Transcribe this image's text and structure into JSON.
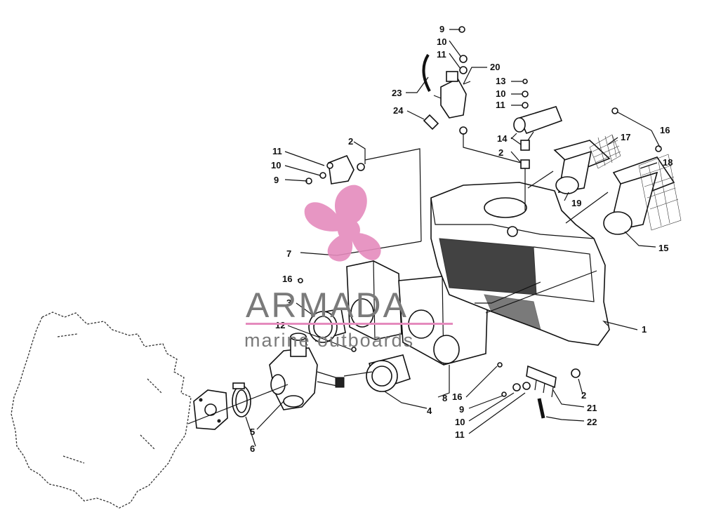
{
  "watermark": {
    "brand": "ARMADA",
    "tagline": "marine outboards",
    "logo_icon": "propeller-logo-icon",
    "logo_color": "#e58bbd",
    "text_color": "#7a7a7a"
  },
  "callouts": [
    {
      "id": "c-9-top",
      "text": "9"
    },
    {
      "id": "c-10-top",
      "text": "10"
    },
    {
      "id": "c-11-top",
      "text": "11"
    },
    {
      "id": "c-20",
      "text": "20"
    },
    {
      "id": "c-23",
      "text": "23"
    },
    {
      "id": "c-24",
      "text": "24"
    },
    {
      "id": "c-13",
      "text": "13"
    },
    {
      "id": "c-10-mid",
      "text": "10"
    },
    {
      "id": "c-11-mid",
      "text": "11"
    },
    {
      "id": "c-14",
      "text": "14"
    },
    {
      "id": "c-2-mid",
      "text": "2"
    },
    {
      "id": "c-16-top",
      "text": "16"
    },
    {
      "id": "c-17",
      "text": "17"
    },
    {
      "id": "c-18",
      "text": "18"
    },
    {
      "id": "c-19",
      "text": "19"
    },
    {
      "id": "c-15",
      "text": "15"
    },
    {
      "id": "c-2-left",
      "text": "2"
    },
    {
      "id": "c-11-left",
      "text": "11"
    },
    {
      "id": "c-10-left",
      "text": "10"
    },
    {
      "id": "c-9-left",
      "text": "9"
    },
    {
      "id": "c-7",
      "text": "7"
    },
    {
      "id": "c-16-left",
      "text": "16"
    },
    {
      "id": "c-3",
      "text": "3"
    },
    {
      "id": "c-12",
      "text": "12"
    },
    {
      "id": "c-1",
      "text": "1"
    },
    {
      "id": "c-8",
      "text": "8"
    },
    {
      "id": "c-4",
      "text": "4"
    },
    {
      "id": "c-16-bottom",
      "text": "16"
    },
    {
      "id": "c-9-bottom",
      "text": "9"
    },
    {
      "id": "c-10-bottom",
      "text": "10"
    },
    {
      "id": "c-11-bottom",
      "text": "11"
    },
    {
      "id": "c-2-right",
      "text": "2"
    },
    {
      "id": "c-21",
      "text": "21"
    },
    {
      "id": "c-22",
      "text": "22"
    },
    {
      "id": "c-5",
      "text": "5"
    },
    {
      "id": "c-6",
      "text": "6"
    }
  ]
}
